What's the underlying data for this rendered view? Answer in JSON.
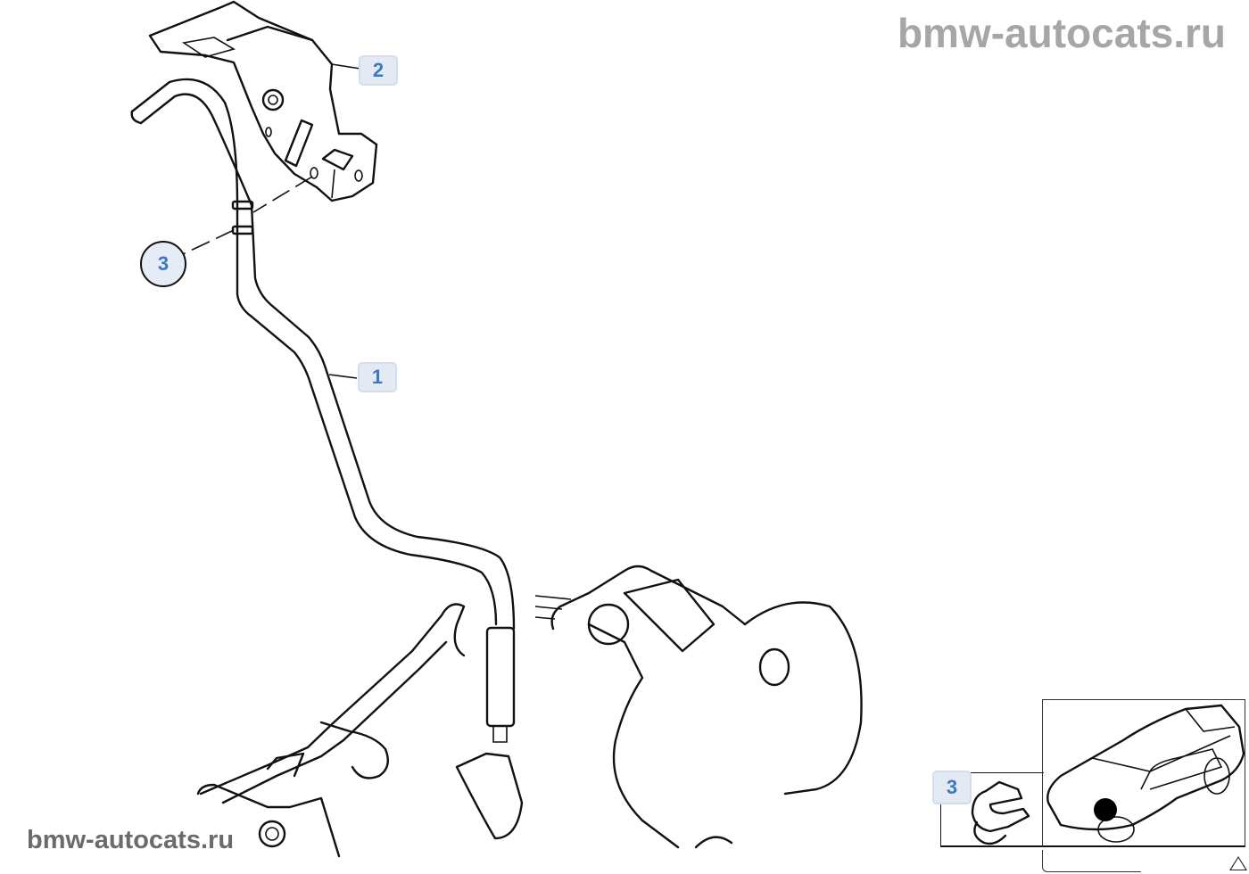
{
  "watermark": {
    "top": "bmw-autocats.ru",
    "bottom": "bmw-autocats.ru"
  },
  "callouts": {
    "part1": "1",
    "part2": "2",
    "part3_main": "3",
    "part3_inset": "3"
  },
  "colors": {
    "callout_text": "#3b78c2",
    "callout_bg": "#e3eaf4",
    "watermark": "#a6a6a6"
  },
  "icons": {
    "inset_nav": "triangle-up-icon",
    "location_marker": "filled-dot"
  }
}
